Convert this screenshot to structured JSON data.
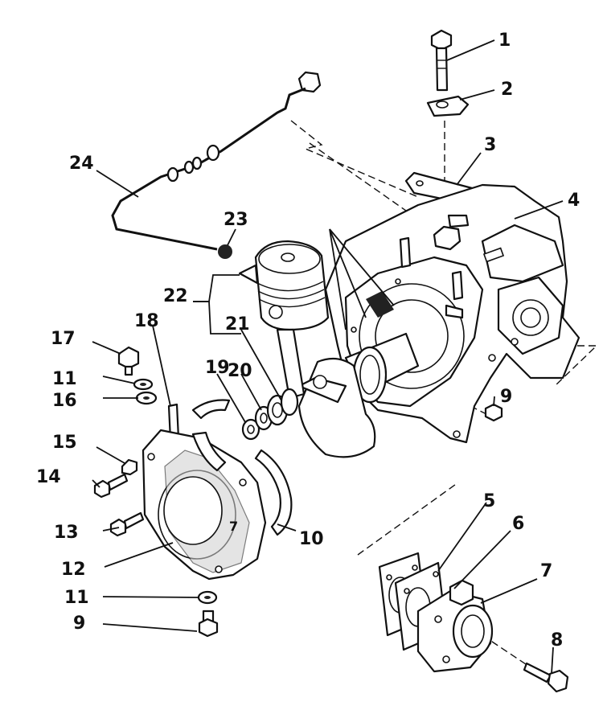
{
  "diagram": {
    "callouts": [
      {
        "id": "c1",
        "text": "1"
      },
      {
        "id": "c2",
        "text": "2"
      },
      {
        "id": "c3",
        "text": "3"
      },
      {
        "id": "c4",
        "text": "4"
      },
      {
        "id": "c5",
        "text": "5"
      },
      {
        "id": "c6",
        "text": "6"
      },
      {
        "id": "c7",
        "text": "7"
      },
      {
        "id": "c8",
        "text": "8"
      },
      {
        "id": "c9a",
        "text": "9"
      },
      {
        "id": "c9b",
        "text": "9"
      },
      {
        "id": "c10",
        "text": "10"
      },
      {
        "id": "c11a",
        "text": "11"
      },
      {
        "id": "c11b",
        "text": "11"
      },
      {
        "id": "c12",
        "text": "12"
      },
      {
        "id": "c13",
        "text": "13"
      },
      {
        "id": "c14",
        "text": "14"
      },
      {
        "id": "c15",
        "text": "15"
      },
      {
        "id": "c16",
        "text": "16"
      },
      {
        "id": "c17",
        "text": "17"
      },
      {
        "id": "c18",
        "text": "18"
      },
      {
        "id": "c19",
        "text": "19"
      },
      {
        "id": "c20",
        "text": "20"
      },
      {
        "id": "c21",
        "text": "21"
      },
      {
        "id": "c22",
        "text": "22"
      },
      {
        "id": "c23",
        "text": "23"
      },
      {
        "id": "c24",
        "text": "24"
      }
    ],
    "casting_mark": "7"
  }
}
